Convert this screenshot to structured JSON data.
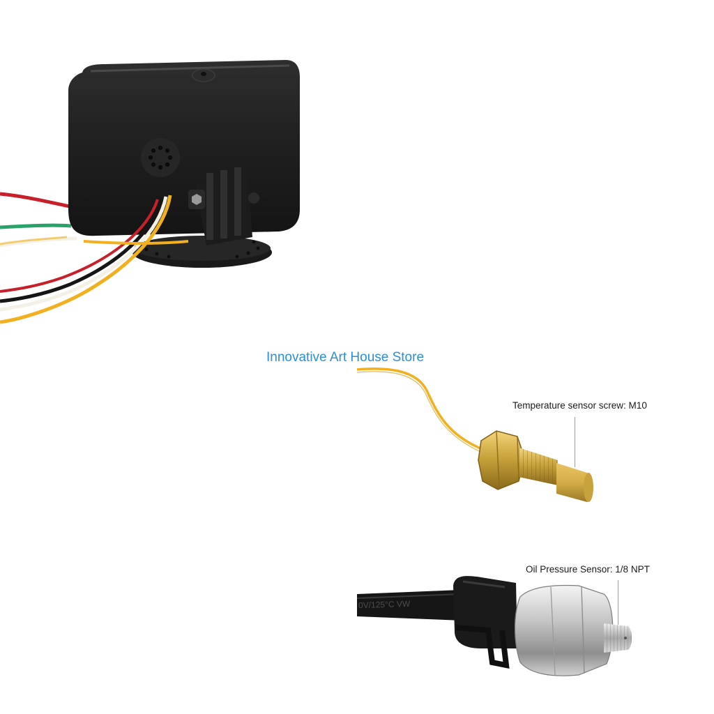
{
  "watermark": {
    "text": "Innovative Art House Store",
    "color": "#2b8fd6"
  },
  "labels": {
    "temperature_sensor": "Temperature sensor screw: M10",
    "oil_pressure_sensor": "Oil Pressure Sensor: 1/8 NPT"
  },
  "cable_print": "0V/125°C  VW",
  "colors": {
    "background": "#ffffff",
    "housing": "#1c1c1c",
    "brass": "#c9a33a",
    "steel": "#c8c8c8",
    "wire_red": "#c8202a",
    "wire_green": "#2aa36b",
    "wire_yellow": "#f2b01e",
    "wire_black": "#151515"
  }
}
